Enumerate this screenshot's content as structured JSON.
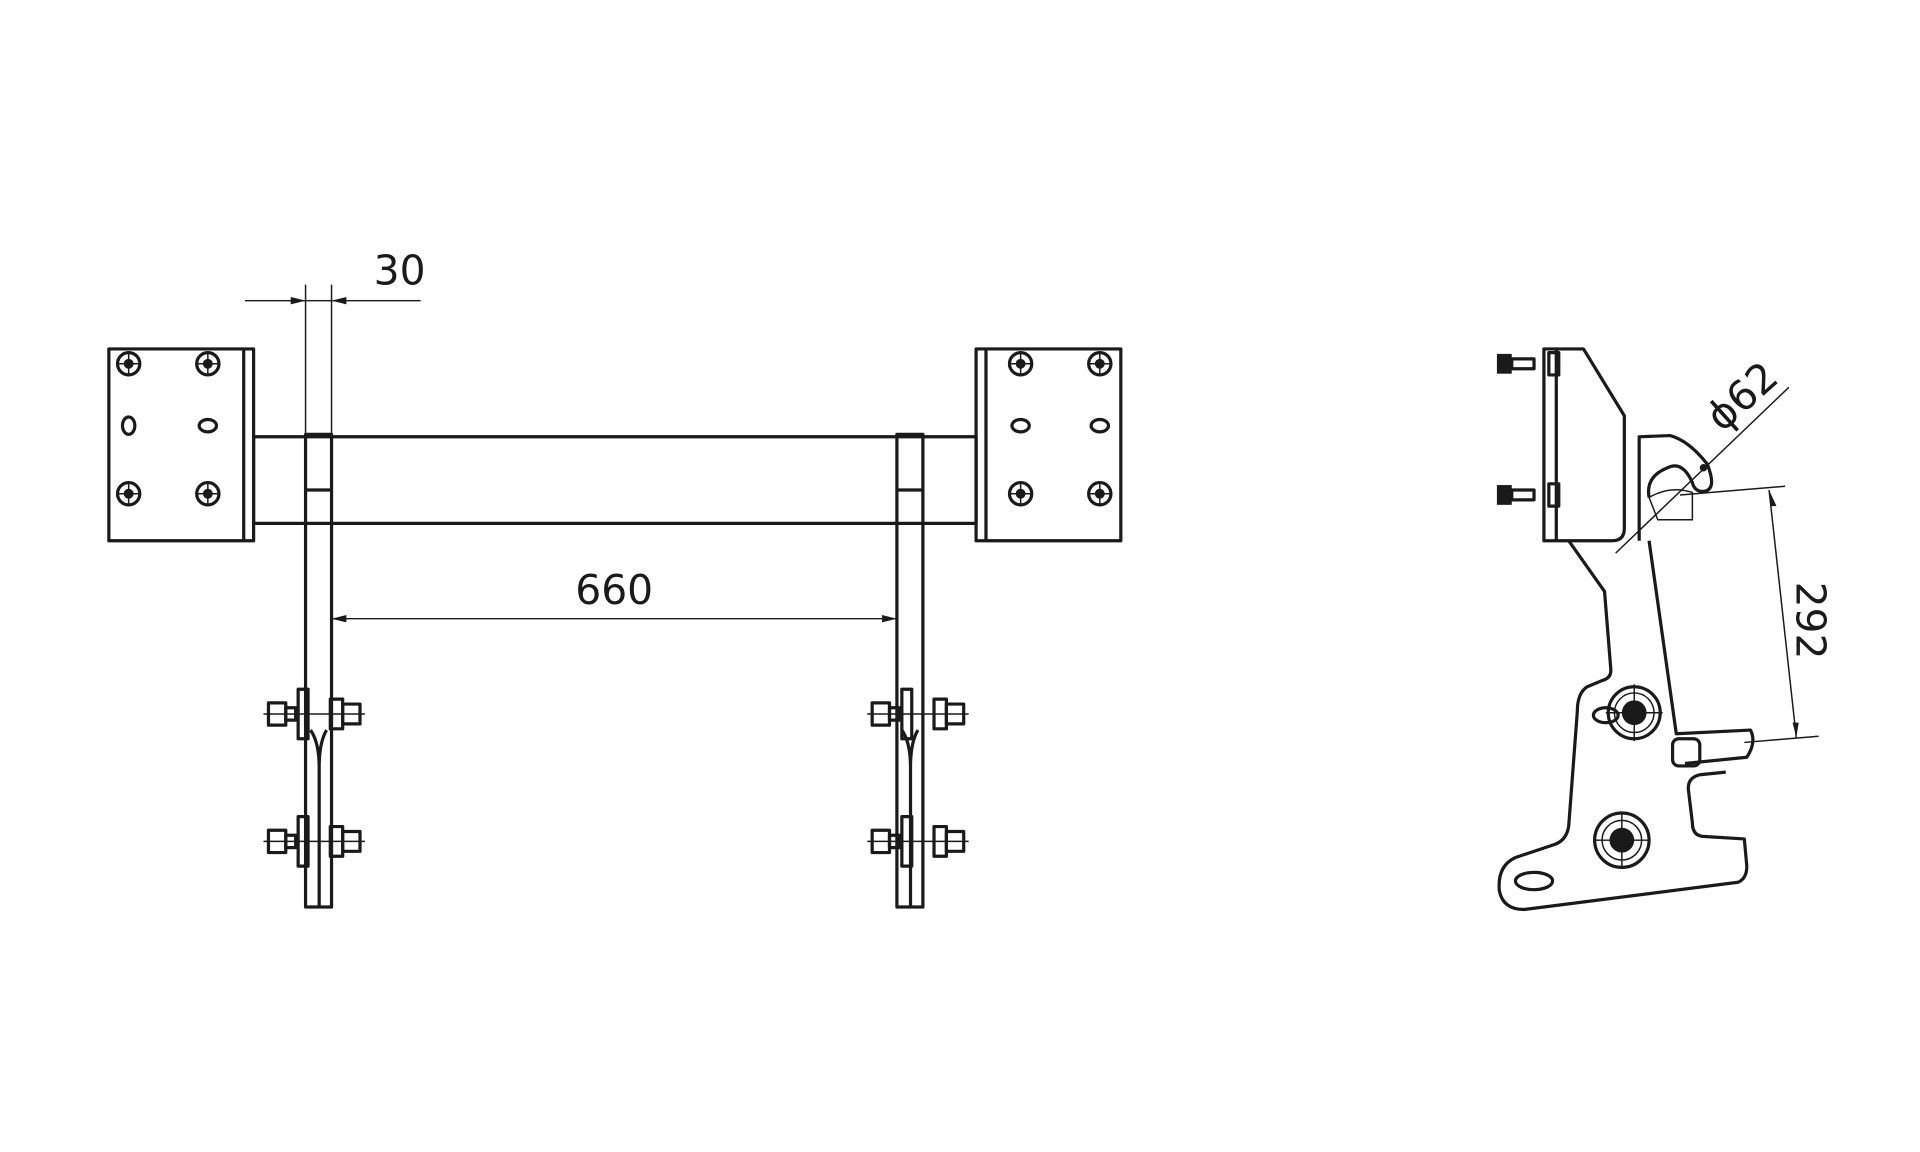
{
  "drawing": {
    "front_view": {
      "dimensions": {
        "arm_width": "30",
        "arm_spacing": "660"
      }
    },
    "side_view": {
      "dimensions": {
        "pin_diameter": "ϕ62",
        "height": "292"
      }
    },
    "line_color": "#1a1a1a"
  }
}
